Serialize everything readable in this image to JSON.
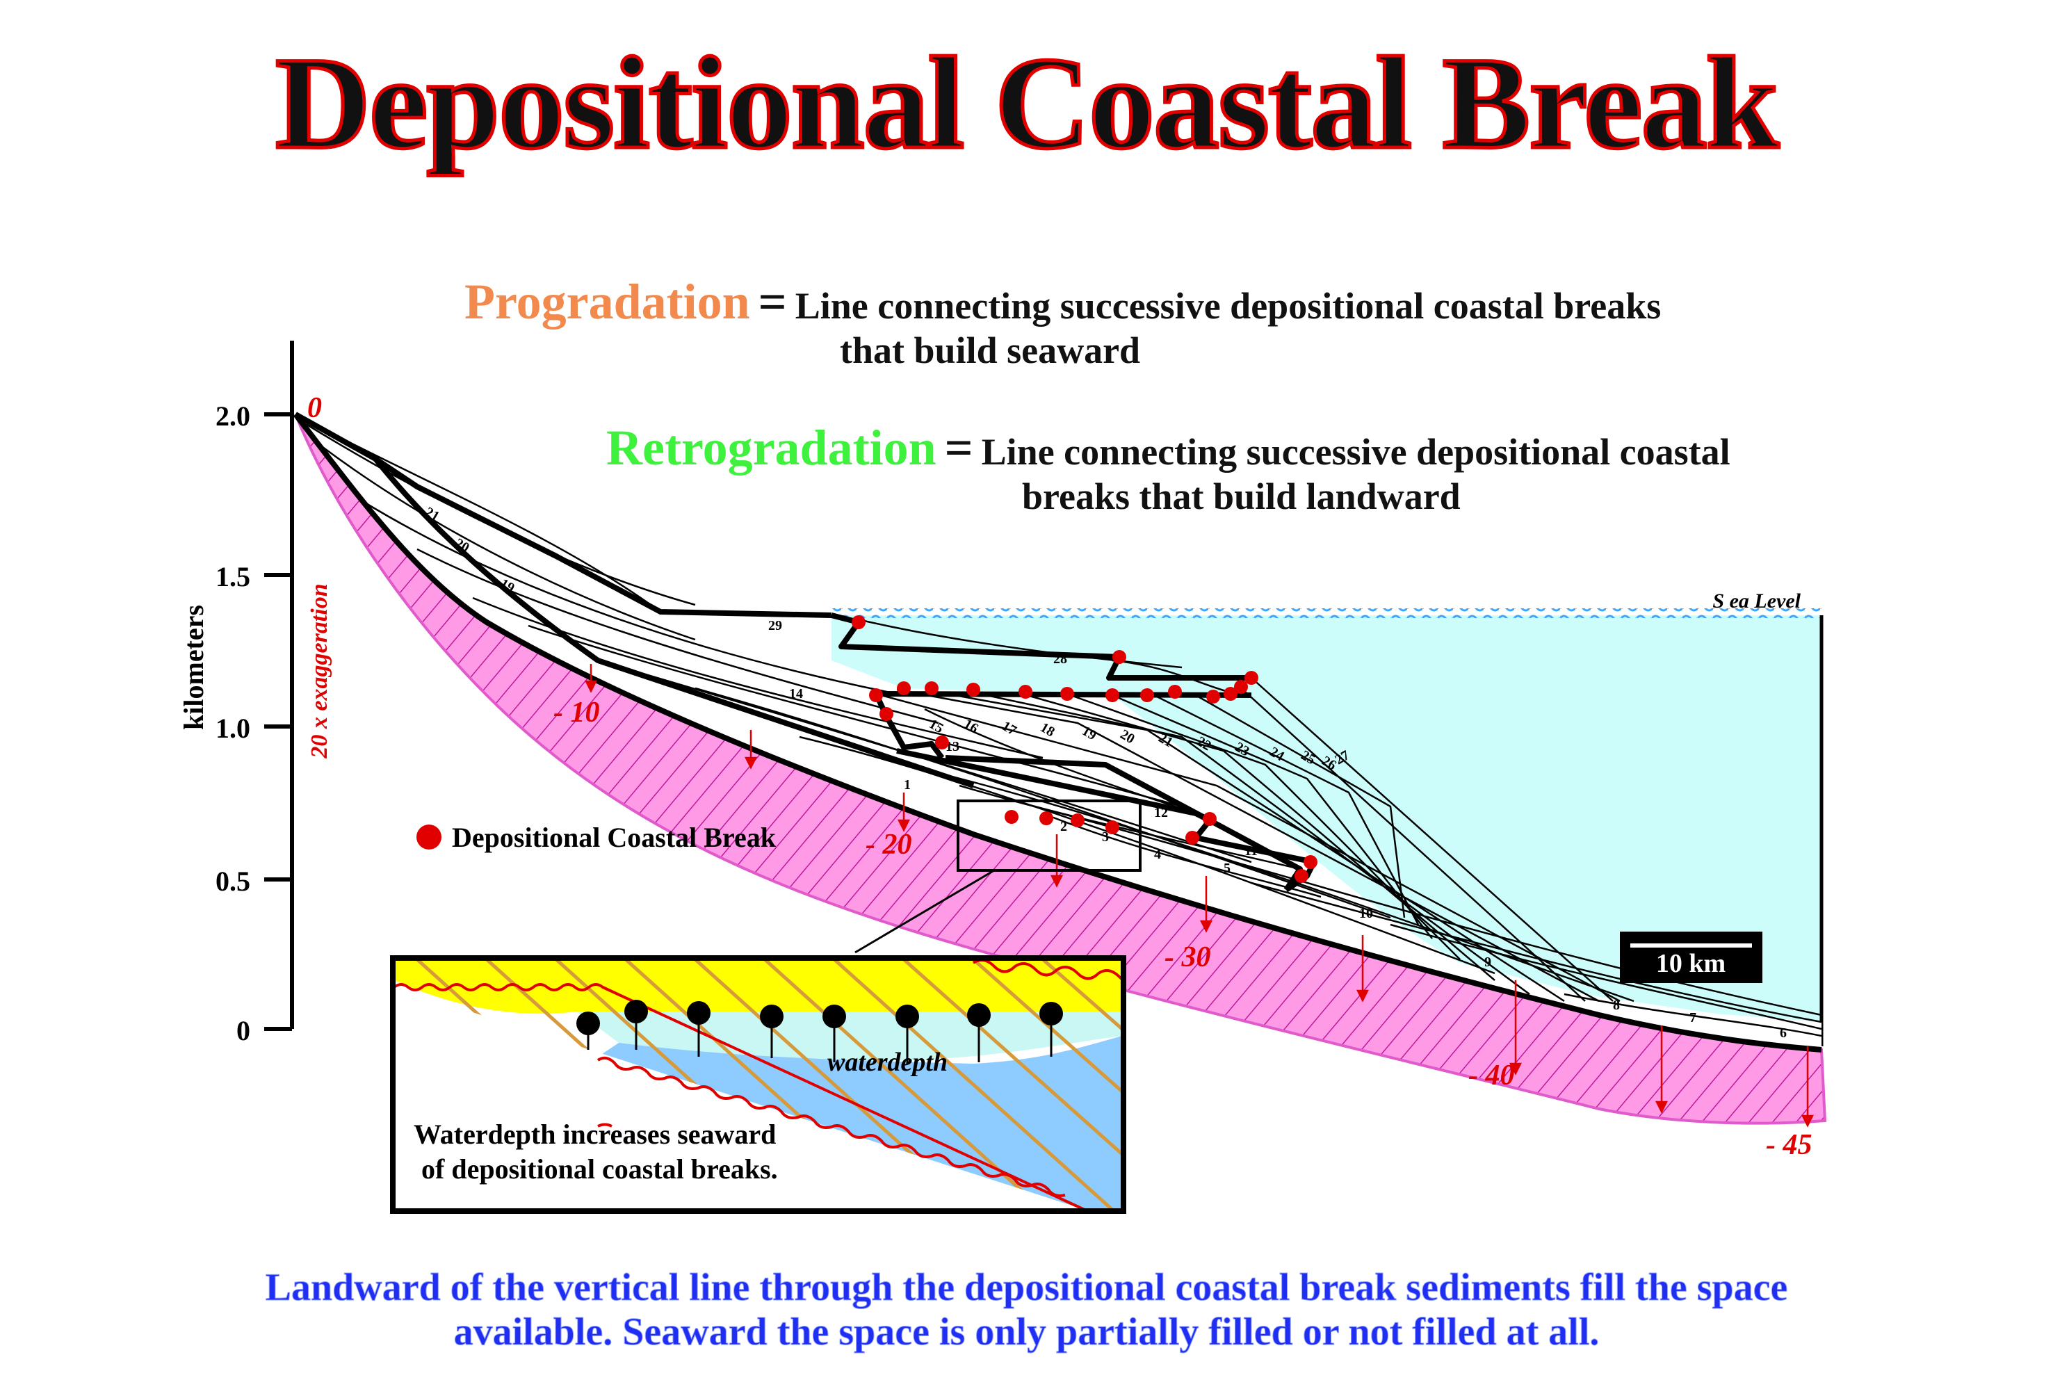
{
  "title": "Depositional Coastal Break",
  "definitions": {
    "progradation": {
      "term": "Progradation",
      "equals": "=",
      "line1": "Line connecting successive depositional coastal breaks",
      "line2": "that build seaward"
    },
    "retrogradation": {
      "term": "Retrogradation",
      "equals": "=",
      "line1": "Line connecting successive depositional coastal",
      "line2": "breaks that build landward"
    }
  },
  "axis": {
    "label": "kilometers",
    "ticks": [
      "2.0",
      "1.5",
      "1.0",
      "0.5",
      "0"
    ],
    "exaggeration": "20 x exaggeration"
  },
  "sea_level_label": "S ea Level",
  "subsidence_labels": [
    "0",
    "- 10",
    "- 20",
    "- 30",
    "- 40",
    "- 45"
  ],
  "layer_numbers": [
    "1",
    "2",
    "3",
    "4",
    "5",
    "6",
    "7",
    "8",
    "9",
    "10",
    "11",
    "12",
    "13",
    "14",
    "15",
    "16",
    "17",
    "18",
    "19",
    "20",
    "21",
    "22",
    "23",
    "24",
    "25",
    "26",
    "27",
    "28",
    "29",
    "19",
    "20",
    "21"
  ],
  "legend": {
    "item": "Depositional Coastal Break"
  },
  "scale_bar": "10 km",
  "inset": {
    "waterdepth": "waterdepth",
    "caption_line1": "Waterdepth increases seaward",
    "caption_line2": "of depositional coastal breaks."
  },
  "bottom_note": {
    "line1": "Landward of the vertical line through the depositional coastal break sediments fill the space",
    "line2": "available. Seaward the space is only partially filled or not filled at all."
  },
  "colors": {
    "title_fill": "#111111",
    "title_stroke": "#e00000",
    "progradation": "#f2894d",
    "retrogradation": "#3df13d",
    "sea": "#ccfdfb",
    "basement": "#ff7fd9",
    "break_dot": "#e00000",
    "subsidence": "#e00000",
    "bottom_note": "#1f2ef0",
    "inset_sediment": "#ffff00",
    "inset_water": "#8ecbff"
  }
}
